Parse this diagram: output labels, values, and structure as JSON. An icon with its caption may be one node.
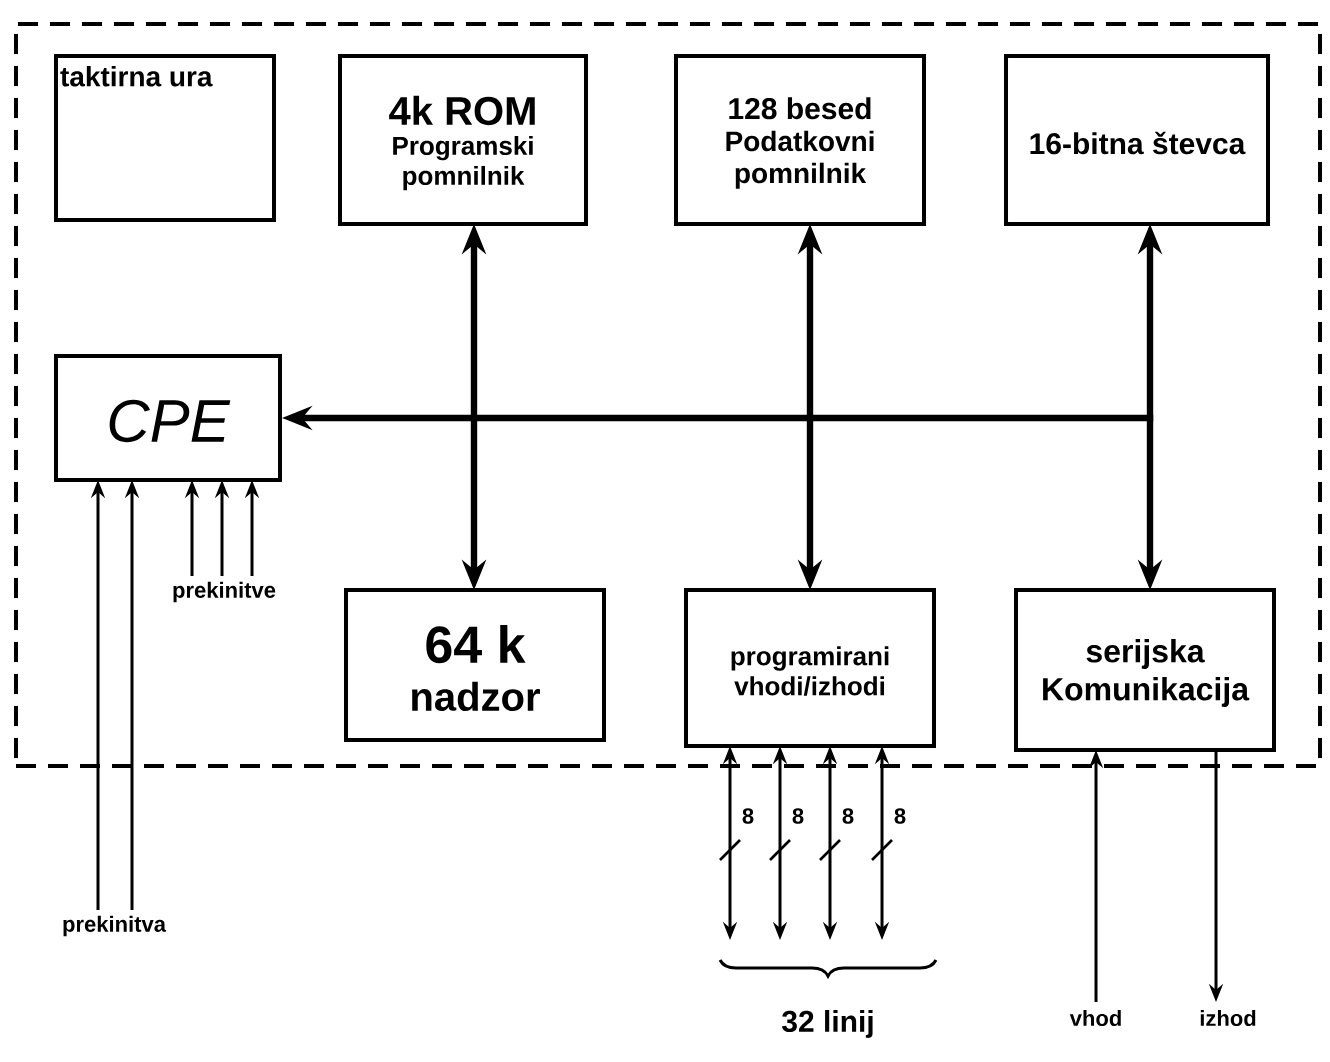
{
  "diagram": {
    "nodes": [
      {
        "text": [],
        "shape": "box"
      },
      {
        "text": [
          "taktirna ura"
        ],
        "in": 0
      },
      {
        "text": [
          "4k ROM",
          "Programski pomnilnik"
        ],
        "in": 0
      },
      {
        "text": [
          "128 besed",
          "Podatkovni pomnilnik"
        ],
        "in": 0
      },
      {
        "text": [
          "16-bitna števca"
        ],
        "in": 0
      },
      {
        "text": [
          "CPE"
        ],
        "in": 0
      },
      {
        "text": [
          "64 k",
          "nadzor"
        ],
        "in": 0
      },
      {
        "text": [
          "programirani vhodi/izhodi"
        ],
        "in": 0
      },
      {
        "text": [
          "serijska Komunikacija"
        ],
        "in": 0
      },
      {
        "text": [
          "prekinitve"
        ],
        "in": 0
      },
      {
        "text": [
          "prekinitva"
        ]
      },
      {
        "text": [
          "vhod"
        ]
      },
      {
        "text": [
          "izhod"
        ]
      }
    ],
    "edges": [
      {
        "from": 5,
        "to": 2,
        "arrow": "both",
        "style": "thick"
      },
      {
        "from": 5,
        "to": 6,
        "arrow": "both",
        "style": "thick"
      },
      {
        "from": 5,
        "to": 3,
        "arrow": "both",
        "style": "thick"
      },
      {
        "from": 5,
        "to": 7,
        "arrow": "both",
        "style": "thick"
      },
      {
        "from": 5,
        "to": 4,
        "arrow": "both",
        "style": "thick"
      },
      {
        "from": 5,
        "to": 8,
        "arrow": "both",
        "style": "thick"
      },
      {
        "from": 9,
        "to": 5,
        "arrow": "to"
      },
      {
        "from": 9,
        "to": 5,
        "arrow": "to"
      },
      {
        "from": 9,
        "to": 5,
        "arrow": "to"
      },
      {
        "from": 10,
        "to": 5,
        "arrow": "to"
      },
      {
        "from": 10,
        "to": 5,
        "arrow": "to"
      },
      {
        "from": 7,
        "to": null,
        "arrow": "both",
        "label": "8"
      },
      {
        "from": 7,
        "to": null,
        "arrow": "both",
        "label": "8"
      },
      {
        "from": 7,
        "to": null,
        "arrow": "both",
        "label": "8"
      },
      {
        "from": 7,
        "to": null,
        "arrow": "both",
        "label": "8"
      },
      {
        "from": 11,
        "to": 8,
        "arrow": "to"
      },
      {
        "from": 8,
        "to": 12,
        "arrow": "to"
      }
    ],
    "labels": [
      "32 linij"
    ]
  }
}
